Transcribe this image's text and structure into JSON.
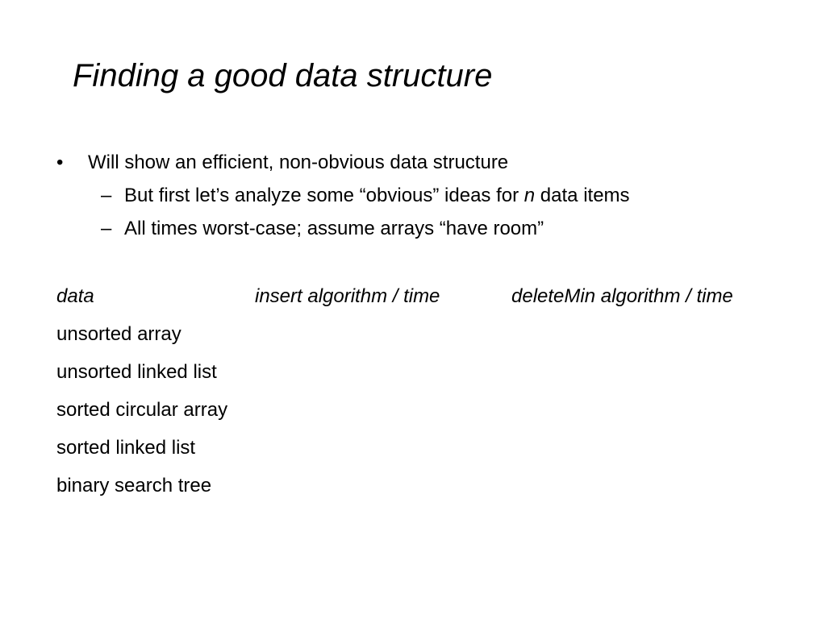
{
  "slide": {
    "title": "Finding a good data structure",
    "bullets": {
      "main": {
        "mark": "•",
        "text": "Will show an efficient, non-obvious data structure"
      },
      "sub": [
        {
          "mark": "–",
          "text_before": "But first let’s analyze some “obvious” ideas for ",
          "italic": "n",
          "text_after": " data items"
        },
        {
          "mark": "–",
          "text": "All times worst-case; assume arrays “have room”"
        }
      ]
    },
    "table": {
      "headers": [
        "data",
        "insert algorithm / time",
        "deleteMin algorithm / time"
      ],
      "rows": [
        "unsorted array",
        "unsorted linked list",
        "sorted circular array",
        "sorted linked list",
        "binary search tree"
      ]
    }
  }
}
